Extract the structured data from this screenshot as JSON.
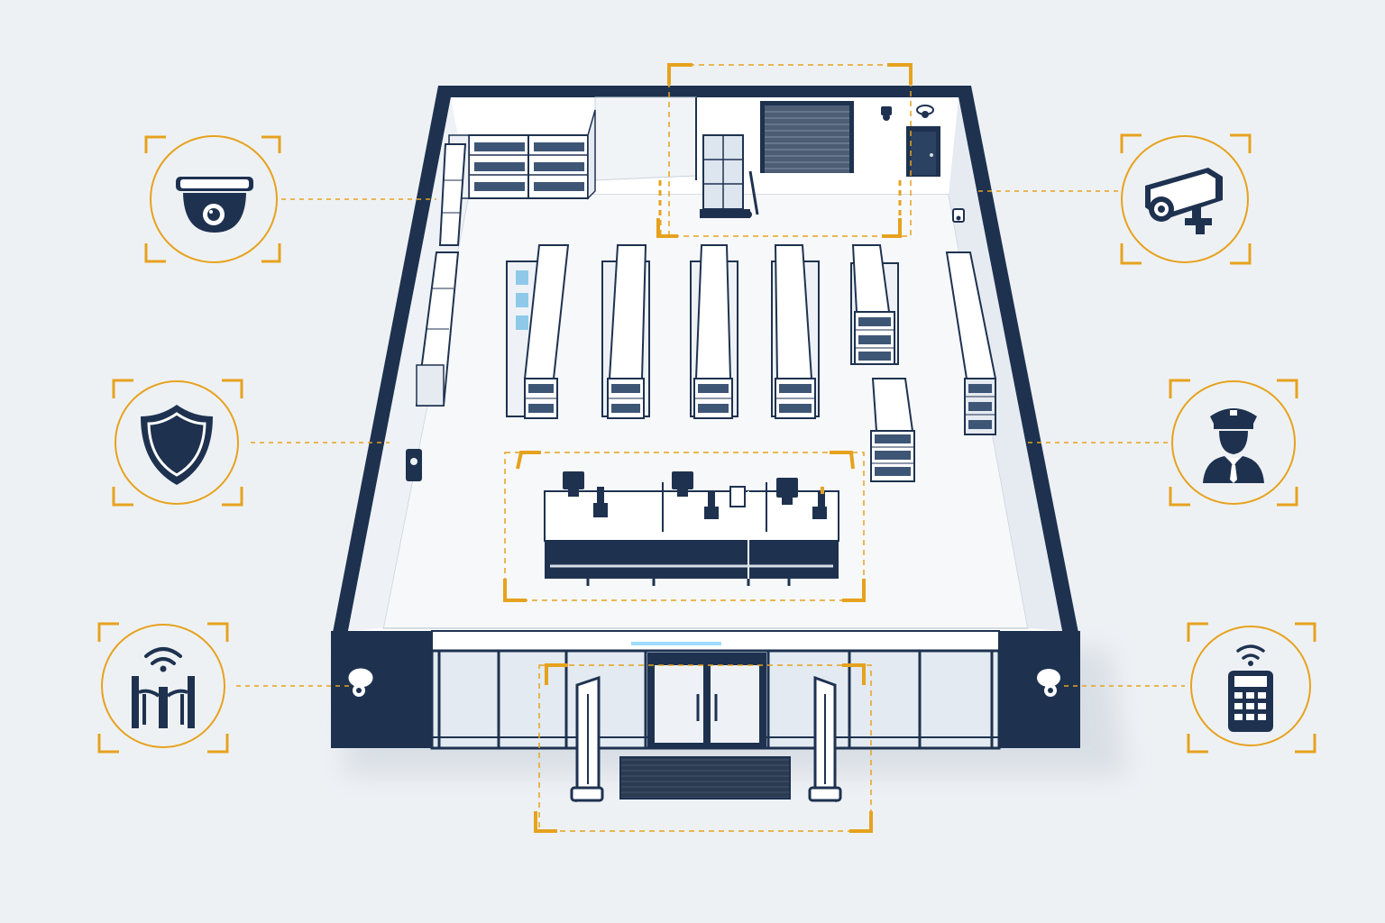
{
  "colors": {
    "background": "#eef1f4",
    "navy": "#1e3250",
    "accent": "#e6a21e",
    "floor": "#f7f8fa",
    "wall_inner": "#ffffff",
    "glass": "#e3eaf1",
    "highlight": "#9fdcff"
  },
  "security_features": [
    {
      "id": "dome-camera",
      "icon": "dome-camera-icon",
      "side": "left"
    },
    {
      "id": "security-shield",
      "icon": "shield-icon",
      "side": "left"
    },
    {
      "id": "eas-gates",
      "icon": "eas-gate-icon",
      "side": "left"
    },
    {
      "id": "bullet-camera",
      "icon": "bullet-camera-icon",
      "side": "right"
    },
    {
      "id": "security-guard",
      "icon": "security-guard-icon",
      "side": "right"
    },
    {
      "id": "access-keypad",
      "icon": "keypad-icon",
      "side": "right"
    }
  ],
  "highlighted_zones": [
    "stockroom",
    "checkout",
    "entrance"
  ],
  "store_areas": [
    "stockroom",
    "sales-floor",
    "checkout",
    "entrance"
  ]
}
